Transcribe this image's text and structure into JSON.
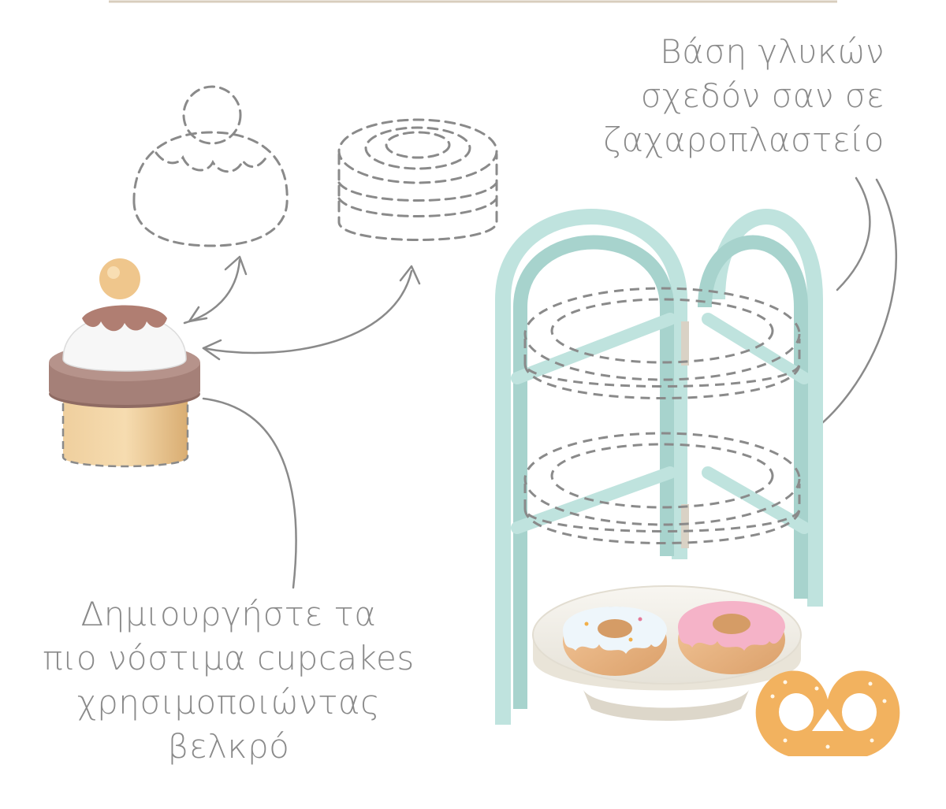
{
  "captions": {
    "stand": [
      "Βάση γλυκών",
      "σχεδόν σαν σε",
      "ζαχαροπλαστείο"
    ],
    "cupcake": [
      "Δημιουργήστε τα",
      "πιο νόστιμα cupcakes",
      "χρησιμοποιώντας",
      "βελκρό"
    ]
  },
  "colors": {
    "text": "#8a8a8a",
    "stand_mint": "#bde3df",
    "wood": "#e2b67c",
    "cocoa": "#a07c74",
    "pink_icing": "#f2a9c1",
    "dashed_outline": "#8a8a8a"
  }
}
